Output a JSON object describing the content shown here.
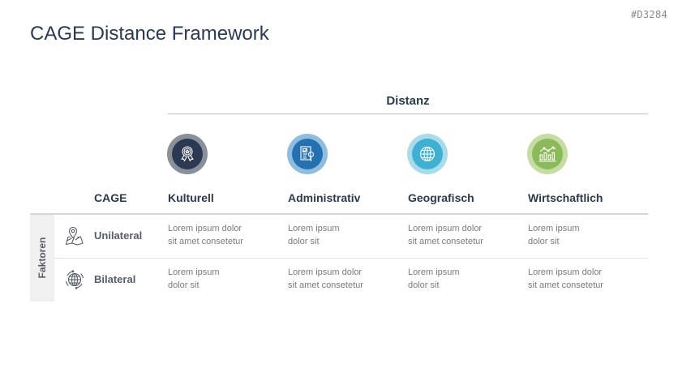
{
  "slide": {
    "id": "#D3284",
    "title": "CAGE Distance Framework"
  },
  "distance": {
    "label": "Distanz"
  },
  "colors": {
    "kulturell_outer": "#8a9099",
    "kulturell_inner": "#2b3a52",
    "administrativ_outer": "#8fbde0",
    "administrativ_inner": "#2470b0",
    "geografisch_outer": "#a8dcea",
    "geografisch_inner": "#3fb0d2",
    "wirtschaftlich_outer": "#c5dca5",
    "wirtschaftlich_inner": "#8cba5a"
  },
  "table": {
    "corner_label": "CAGE",
    "row_group_label": "Faktoren",
    "columns": [
      {
        "label": "Kulturell",
        "icon": "award-ribbon-icon"
      },
      {
        "label": "Administrativ",
        "icon": "document-search-icon"
      },
      {
        "label": "Geografisch",
        "icon": "globe-icon"
      },
      {
        "label": "Wirtschaftlich",
        "icon": "bar-chart-trend-icon"
      }
    ],
    "rows": [
      {
        "label": "Unilateral",
        "icon": "map-pin-icon",
        "cells": [
          {
            "line1": "Lorem ipsum dolor",
            "line2": "sit amet consetetur"
          },
          {
            "line1": "Lorem ipsum",
            "line2": "dolor sit"
          },
          {
            "line1": "Lorem ipsum dolor",
            "line2": "sit amet consetetur"
          },
          {
            "line1": "Lorem ipsum",
            "line2": "dolor sit"
          }
        ]
      },
      {
        "label": "Bilateral",
        "icon": "globe-cycle-icon",
        "cells": [
          {
            "line1": "Lorem ipsum",
            "line2": "dolor sit"
          },
          {
            "line1": "Lorem ipsum dolor",
            "line2": "sit amet consetetur"
          },
          {
            "line1": "Lorem ipsum",
            "line2": "dolor sit"
          },
          {
            "line1": "Lorem ipsum dolor",
            "line2": "sit amet consetetur"
          }
        ]
      }
    ]
  }
}
